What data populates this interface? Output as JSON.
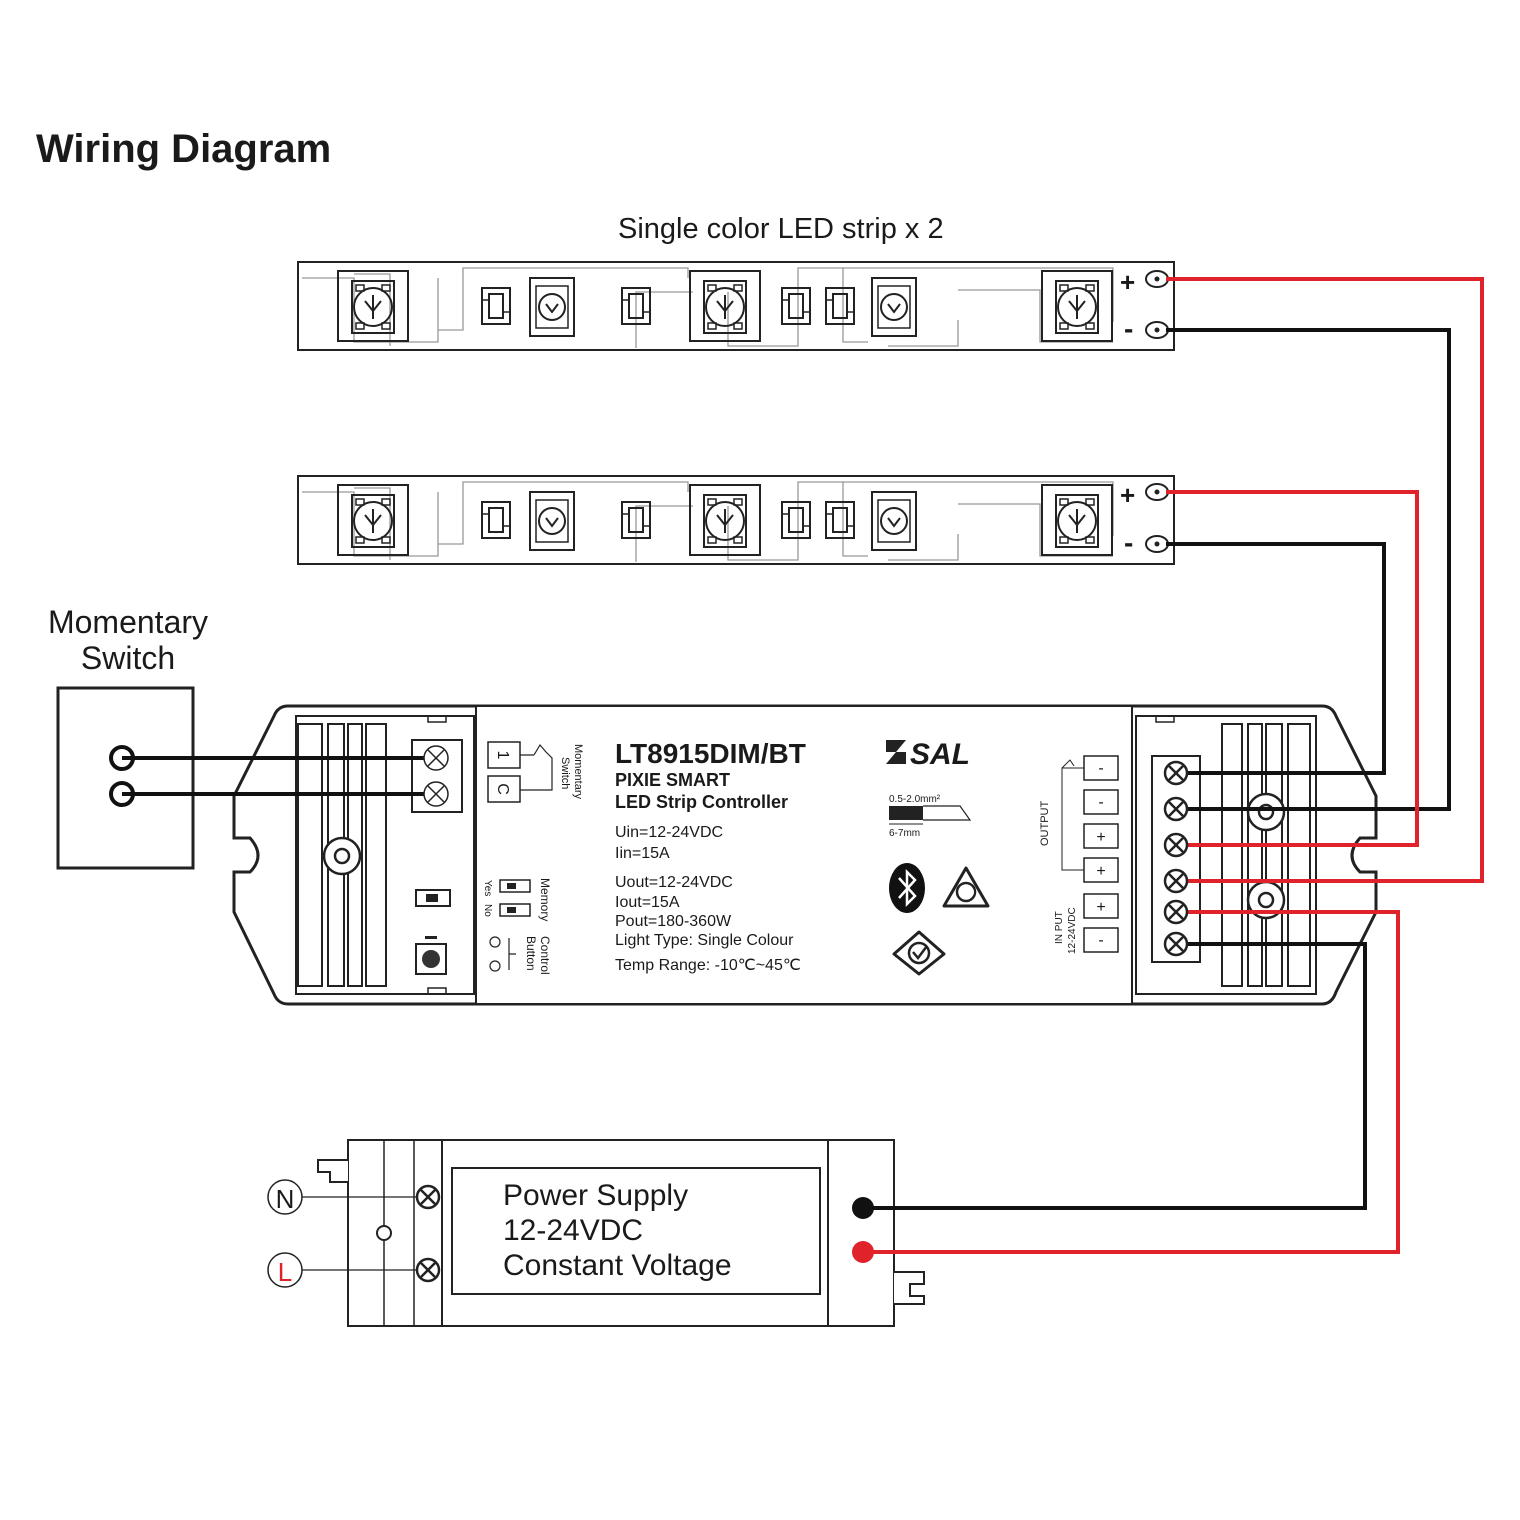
{
  "title": "Wiring Diagram",
  "strip_label": "Single color LED strip x 2",
  "switch_label": [
    "Momentary",
    "Switch"
  ],
  "strip_terminals": {
    "plus": "+",
    "minus": "-"
  },
  "controller": {
    "model": "LT8915DIM/BT",
    "line1": "PIXIE SMART",
    "line2": "LED Strip Controller",
    "specs_in": [
      "Uin=12-24VDC",
      "Iin=15A"
    ],
    "specs_out": [
      "Uout=12-24VDC",
      "Iout=15A",
      "Pout=180-360W",
      "Light Type: Single Colour",
      "Temp Range: -10℃~45℃"
    ],
    "brand": "SAL",
    "wire_size": "0.5-2.0mm²",
    "strip_length": "6-7mm",
    "switch_terminals": [
      "1",
      "C"
    ],
    "momentary_switch": [
      "Momentary",
      "Switch"
    ],
    "memory": "Memory",
    "yes": "Yes",
    "no": "No",
    "control_button": [
      "Control",
      "Button"
    ],
    "output_label": "OUTPUT",
    "input_label": [
      "IN PUT",
      "12-24VDC"
    ],
    "polarity": [
      "-",
      "-",
      "+",
      "+",
      "+",
      "-"
    ]
  },
  "power_supply": {
    "lines": [
      "Power Supply",
      "12-24VDC",
      "Constant Voltage"
    ],
    "n_label": "N",
    "l_label": "L"
  },
  "colors": {
    "positive_wire": "#e0232b",
    "negative_wire": "#111111",
    "outline": "#222222"
  }
}
